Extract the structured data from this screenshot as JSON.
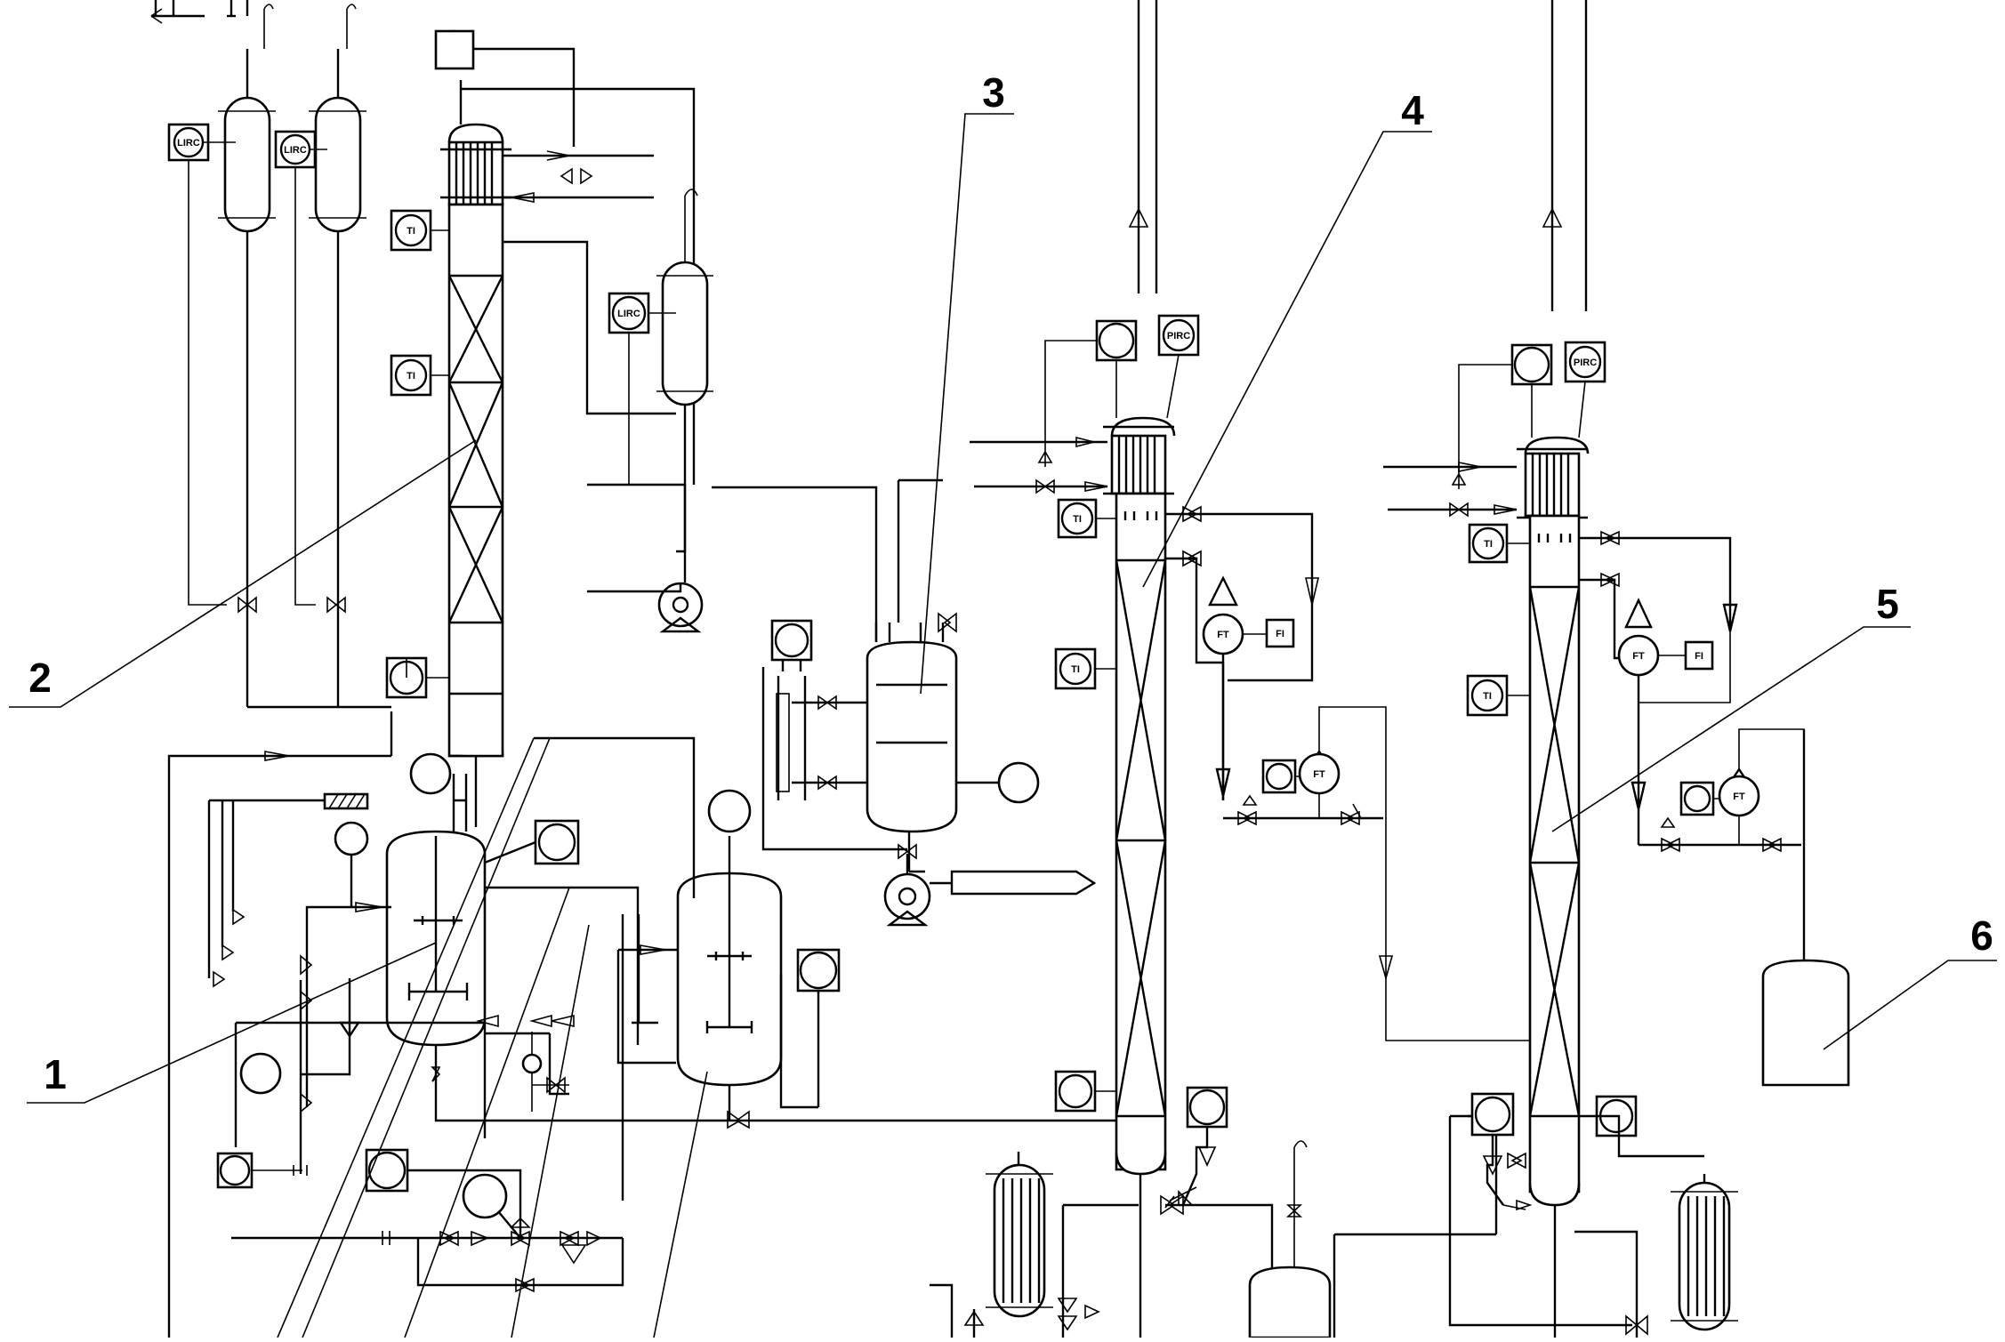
{
  "diagram": {
    "callouts": [
      "1",
      "2",
      "3",
      "4",
      "5",
      "6"
    ],
    "instrument_tags": {
      "lirc": "LIRC",
      "ti": "TI",
      "pirc": "PIRC",
      "ft": "FT",
      "fi": "FI"
    }
  }
}
